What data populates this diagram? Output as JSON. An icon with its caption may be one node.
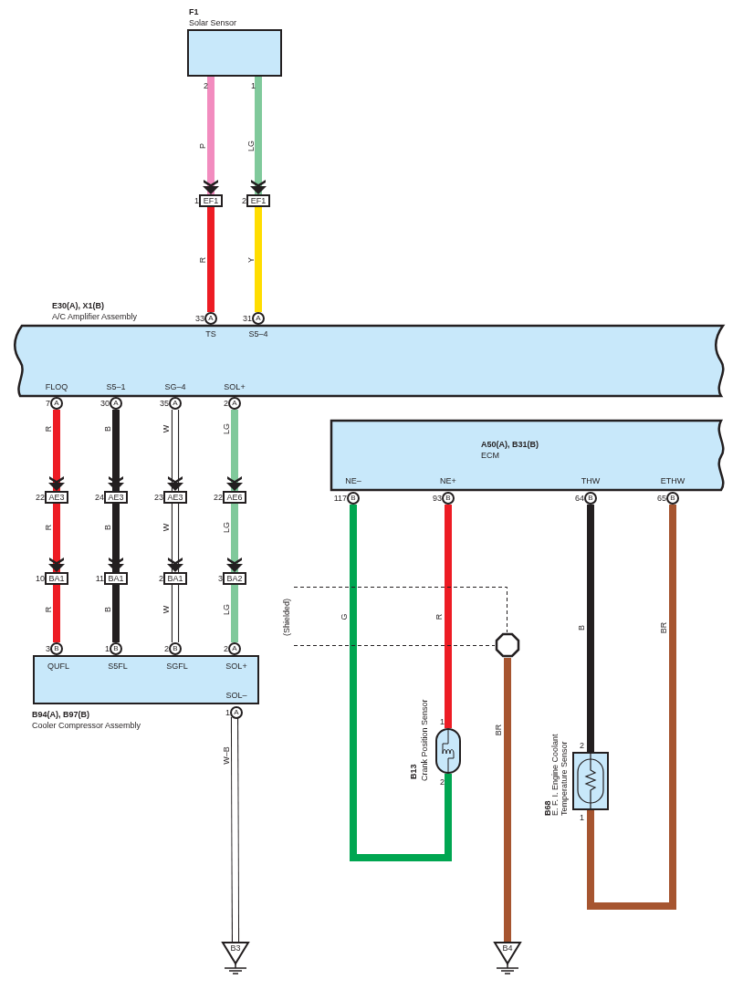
{
  "diagram": {
    "nodes": [
      {
        "text": [
          "F1",
          "Solar Sensor"
        ],
        "beside": [
          "2",
          "1"
        ]
      },
      {
        "text": [
          "EF1"
        ],
        "beside": [
          "1"
        ]
      },
      {
        "text": [
          "EF1"
        ],
        "beside": [
          "2"
        ]
      },
      {
        "text": [
          "E30(A), X1(B)",
          "A/C Amplifier Assembly",
          "TS",
          "S5–4",
          "FLOQ",
          "S5–1",
          "SG–4",
          "SOL+"
        ]
      },
      {
        "text": [
          "A"
        ],
        "beside": [
          "33"
        ]
      },
      {
        "text": [
          "A"
        ],
        "beside": [
          "31"
        ]
      },
      {
        "text": [
          "A"
        ],
        "beside": [
          "7"
        ]
      },
      {
        "text": [
          "A"
        ],
        "beside": [
          "30"
        ]
      },
      {
        "text": [
          "A"
        ],
        "beside": [
          "35"
        ]
      },
      {
        "text": [
          "A"
        ],
        "beside": [
          "2"
        ]
      },
      {
        "text": [
          "AE3"
        ],
        "beside": [
          "22"
        ]
      },
      {
        "text": [
          "AE3"
        ],
        "beside": [
          "24"
        ]
      },
      {
        "text": [
          "AE3"
        ],
        "beside": [
          "23"
        ]
      },
      {
        "text": [
          "AE6"
        ],
        "beside": [
          "22"
        ]
      },
      {
        "text": [
          "BA1"
        ],
        "beside": [
          "10"
        ]
      },
      {
        "text": [
          "BA1"
        ],
        "beside": [
          "11"
        ]
      },
      {
        "text": [
          "BA1"
        ],
        "beside": [
          "2"
        ]
      },
      {
        "text": [
          "BA2"
        ],
        "beside": [
          "3"
        ]
      },
      {
        "text": [
          "B"
        ],
        "beside": [
          "3"
        ]
      },
      {
        "text": [
          "B"
        ],
        "beside": [
          "1"
        ]
      },
      {
        "text": [
          "B"
        ],
        "beside": [
          "2"
        ]
      },
      {
        "text": [
          "A"
        ],
        "beside": [
          "2"
        ]
      },
      {
        "text": [
          "B94(A), B97(B)",
          "Cooler Compressor Assembly",
          "QUFL",
          "S5FL",
          "SGFL",
          "SOL+",
          "SOL–"
        ]
      },
      {
        "text": [
          "A"
        ],
        "beside": [
          "1"
        ],
        "in": 22
      },
      {
        "text": [
          "B3"
        ]
      },
      {
        "text": [
          "A50(A), B31(B)",
          "ECM",
          "NE–",
          "NE+",
          "THW",
          "ETHW"
        ]
      },
      {
        "text": [
          "B"
        ],
        "beside": [
          "117"
        ]
      },
      {
        "text": [
          "B"
        ],
        "beside": [
          "93"
        ]
      },
      {
        "text": [
          "B"
        ],
        "beside": [
          "64"
        ]
      },
      {
        "text": [
          "B"
        ],
        "beside": [
          "65"
        ]
      },
      {
        "text": [],
        "shape": "octagon"
      },
      {
        "text": [
          "B13",
          "Crank Position Sensor"
        ],
        "beside": [
          "1",
          "2"
        ]
      },
      {
        "text": [
          "B4"
        ]
      },
      {
        "text": [
          "B68",
          "E. F. I. Engine Coolant Temperature Sensor"
        ],
        "beside": [
          "2",
          "1"
        ]
      }
    ],
    "edges": [
      {
        "from": 0,
        "to": 1,
        "arrow": "to",
        "label": "P",
        "color": "#f28cbf"
      },
      {
        "from": 0,
        "to": 2,
        "arrow": "to",
        "label": "LG",
        "color": "#80c99b"
      },
      {
        "from": 1,
        "to": 4,
        "arrow": "none",
        "label": "R",
        "color": "#ed1c24"
      },
      {
        "from": 2,
        "to": 5,
        "arrow": "none",
        "label": "Y",
        "color": "#ffdd00"
      },
      {
        "from": 6,
        "to": 10,
        "arrow": "to",
        "label": "R",
        "color": "#ed1c24"
      },
      {
        "from": 7,
        "to": 11,
        "arrow": "to",
        "label": "B",
        "color": "#231f20"
      },
      {
        "from": 8,
        "to": 12,
        "arrow": "to",
        "label": "W"
      },
      {
        "from": 9,
        "to": 13,
        "arrow": "to",
        "label": "LG",
        "color": "#80c99b"
      },
      {
        "from": 10,
        "to": 14,
        "arrow": "to",
        "label": "R",
        "color": "#ed1c24"
      },
      {
        "from": 11,
        "to": 15,
        "arrow": "to",
        "label": "B",
        "color": "#231f20"
      },
      {
        "from": 12,
        "to": 16,
        "arrow": "to",
        "label": "W"
      },
      {
        "from": 13,
        "to": 17,
        "arrow": "to",
        "label": "LG",
        "color": "#80c99b"
      },
      {
        "from": 14,
        "to": 18,
        "arrow": "none",
        "label": "R",
        "color": "#ed1c24"
      },
      {
        "from": 15,
        "to": 19,
        "arrow": "none",
        "label": "B",
        "color": "#231f20"
      },
      {
        "from": 16,
        "to": 20,
        "arrow": "none",
        "label": "W"
      },
      {
        "from": 17,
        "to": 21,
        "arrow": "none",
        "label": "LG",
        "color": "#80c99b"
      },
      {
        "from": 23,
        "to": 24,
        "arrow": "none",
        "label": "W–B"
      },
      {
        "from": 26,
        "to": 31,
        "arrow": "none",
        "label": "G",
        "color": "#00a651"
      },
      {
        "from": 27,
        "to": 31,
        "arrow": "none",
        "label": "R",
        "color": "#ed1c24"
      },
      {
        "from": 30,
        "to": 32,
        "arrow": "none",
        "label": "BR",
        "color": "#a65530"
      },
      {
        "from": 28,
        "to": 33,
        "arrow": "none",
        "label": "B",
        "color": "#231f20"
      },
      {
        "from": 29,
        "to": 33,
        "arrow": "none",
        "label": "BR",
        "color": "#a65530"
      }
    ],
    "labels": [
      "(Shielded)"
    ]
  }
}
